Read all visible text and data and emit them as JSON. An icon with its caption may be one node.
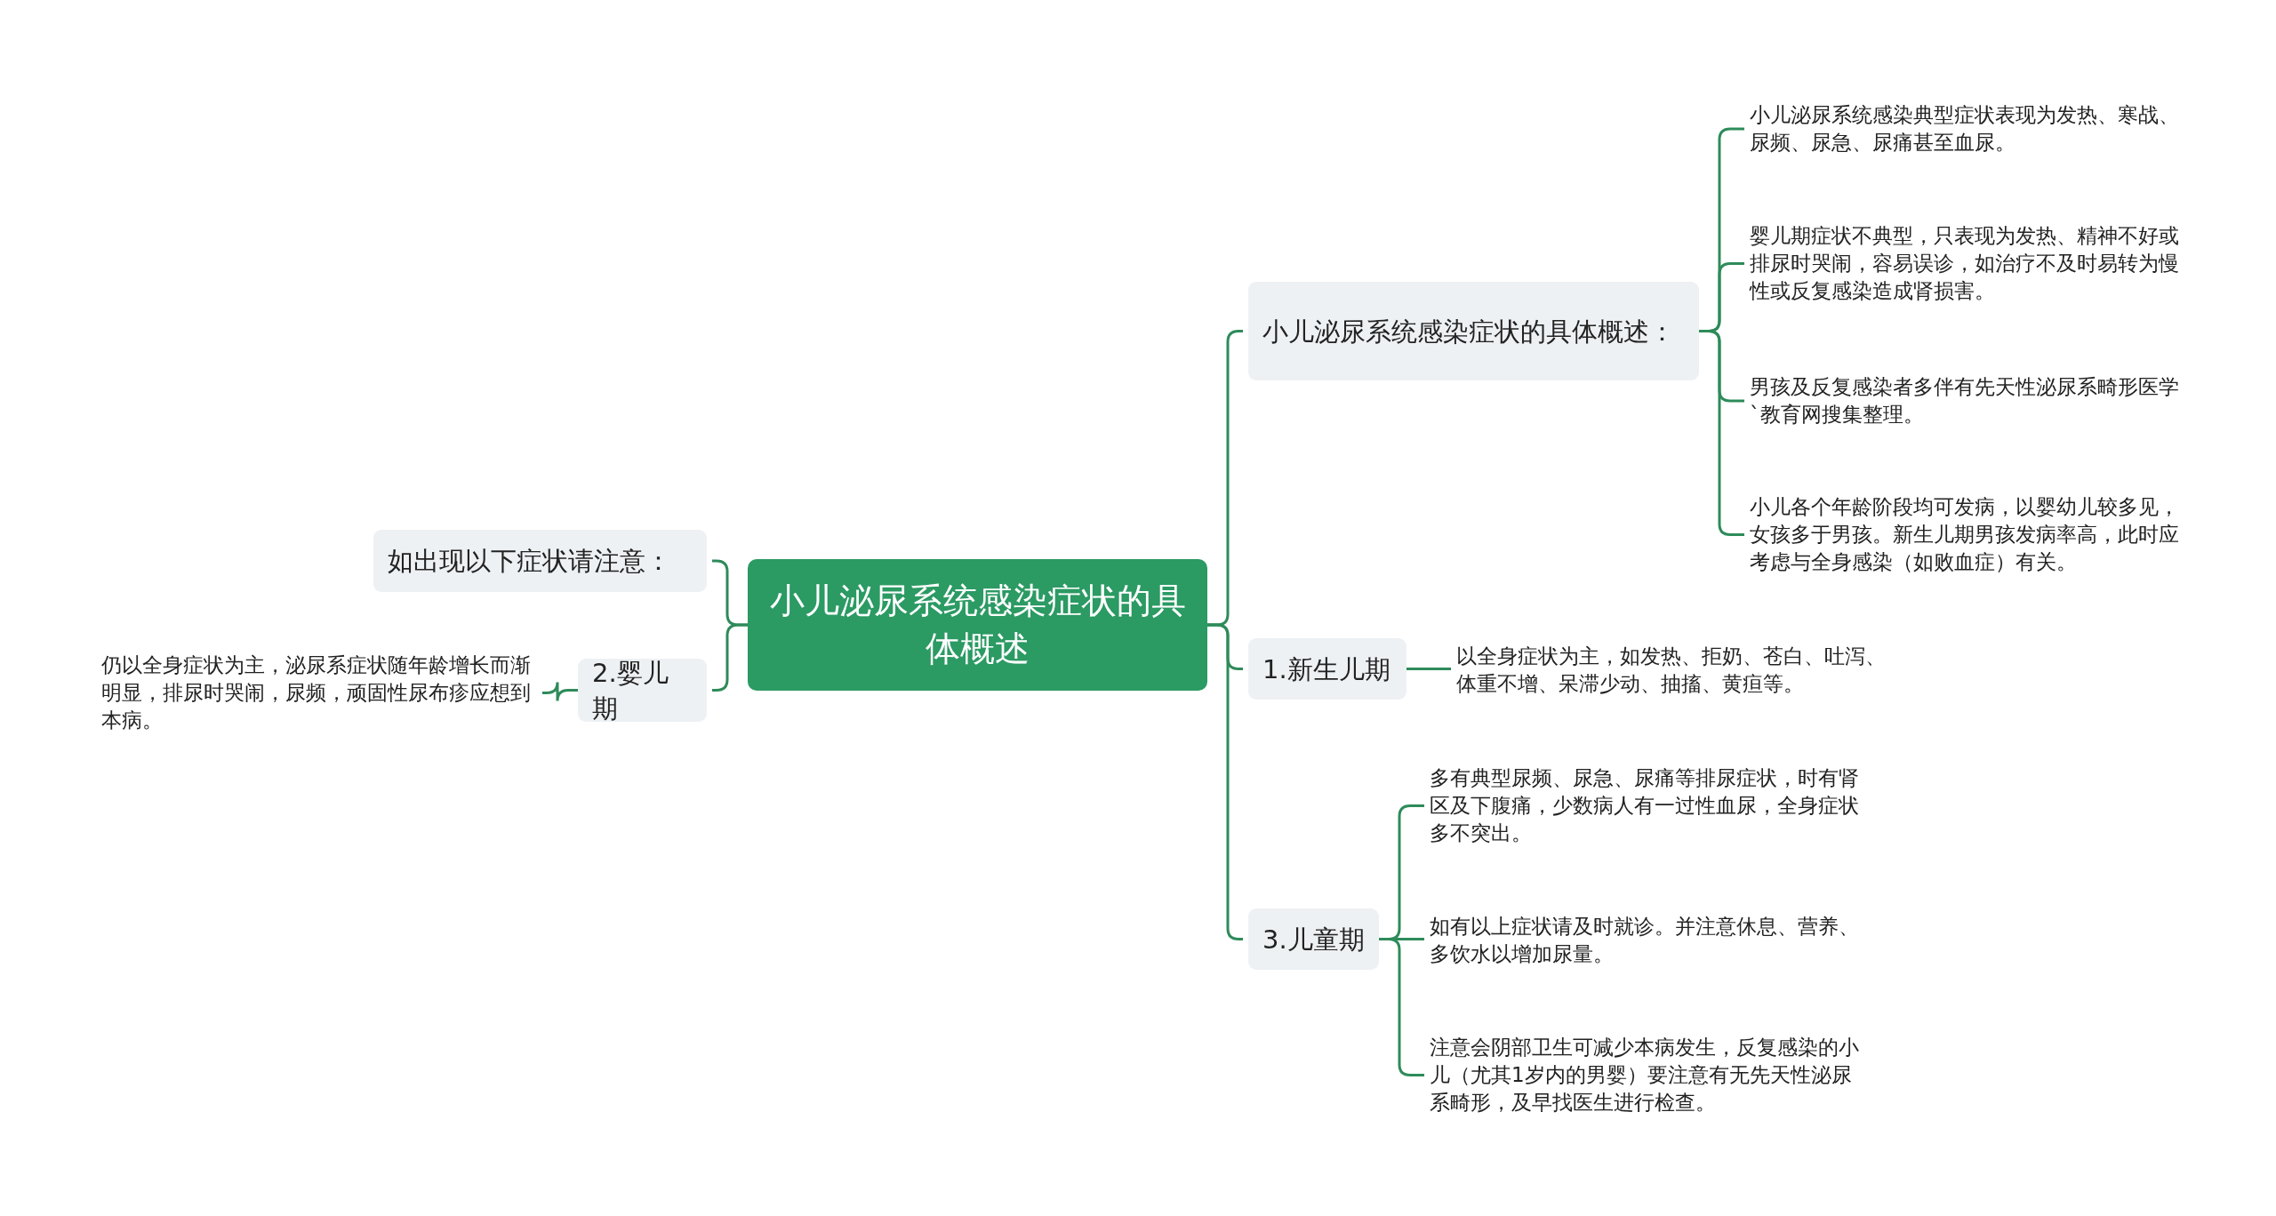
{
  "diagram": {
    "nodes": [
      {
        "text": [
          "小儿泌尿系统感染症状的具体概述"
        ]
      },
      {
        "text": [
          "小儿泌尿系统感染症状的具体概述："
        ]
      },
      {
        "text": [
          "小儿泌尿系统感染典型症状表现为发热、寒战、尿频、尿急、尿痛甚至血尿。"
        ]
      },
      {
        "text": [
          "婴儿期症状不典型，只表现为发热、精神不好或排尿时哭闹，容易误诊，如治疗不及时易转为慢性或反复感染造成肾损害。"
        ]
      },
      {
        "text": [
          "男孩及反复感染者多伴有先天性泌尿系畸形医学`教育网搜集整理。"
        ]
      },
      {
        "text": [
          "小儿各个年龄阶段均可发病，以婴幼儿较多见，女孩多于男孩。新生儿期男孩发病率高，此时应考虑与全身感染（如败血症）有关。"
        ]
      },
      {
        "text": [
          "1.新生儿期"
        ]
      },
      {
        "text": [
          "以全身症状为主，如发热、拒奶、苍白、吐泻、体重不增、呆滞少动、抽搐、黄疸等。"
        ]
      },
      {
        "text": [
          "3.儿童期"
        ]
      },
      {
        "text": [
          "多有典型尿频、尿急、尿痛等排尿症状，时有肾区及下腹痛，少数病人有一过性血尿，全身症状多不突出。"
        ]
      },
      {
        "text": [
          "如有以上症状请及时就诊。并注意休息、营养、多饮水以增加尿量。"
        ]
      },
      {
        "text": [
          "注意会阴部卫生可减少本病发生，反复感染的小儿（尤其1岁内的男婴）要注意有无先天性泌尿系畸形，及早找医生进行检查。"
        ]
      },
      {
        "text": [
          "如出现以下症状请注意："
        ]
      },
      {
        "text": [
          "2.婴儿期"
        ]
      },
      {
        "text": [
          "仍以全身症状为主，泌尿系症状随年龄增长而渐明显，排尿时哭闹，尿频，顽固性尿布疹应想到本病。"
        ]
      }
    ],
    "edges": [
      {
        "from": 0,
        "to": 1,
        "arrow": "none"
      },
      {
        "from": 1,
        "to": 2,
        "arrow": "none"
      },
      {
        "from": 1,
        "to": 3,
        "arrow": "none"
      },
      {
        "from": 1,
        "to": 4,
        "arrow": "none"
      },
      {
        "from": 1,
        "to": 5,
        "arrow": "none"
      },
      {
        "from": 0,
        "to": 6,
        "arrow": "none"
      },
      {
        "from": 6,
        "to": 7,
        "arrow": "none"
      },
      {
        "from": 0,
        "to": 8,
        "arrow": "none"
      },
      {
        "from": 8,
        "to": 9,
        "arrow": "none"
      },
      {
        "from": 8,
        "to": 10,
        "arrow": "none"
      },
      {
        "from": 8,
        "to": 11,
        "arrow": "none"
      },
      {
        "from": 0,
        "to": 12,
        "arrow": "none"
      },
      {
        "from": 0,
        "to": 13,
        "arrow": "none"
      },
      {
        "from": 13,
        "to": 14,
        "arrow": "none"
      }
    ]
  }
}
